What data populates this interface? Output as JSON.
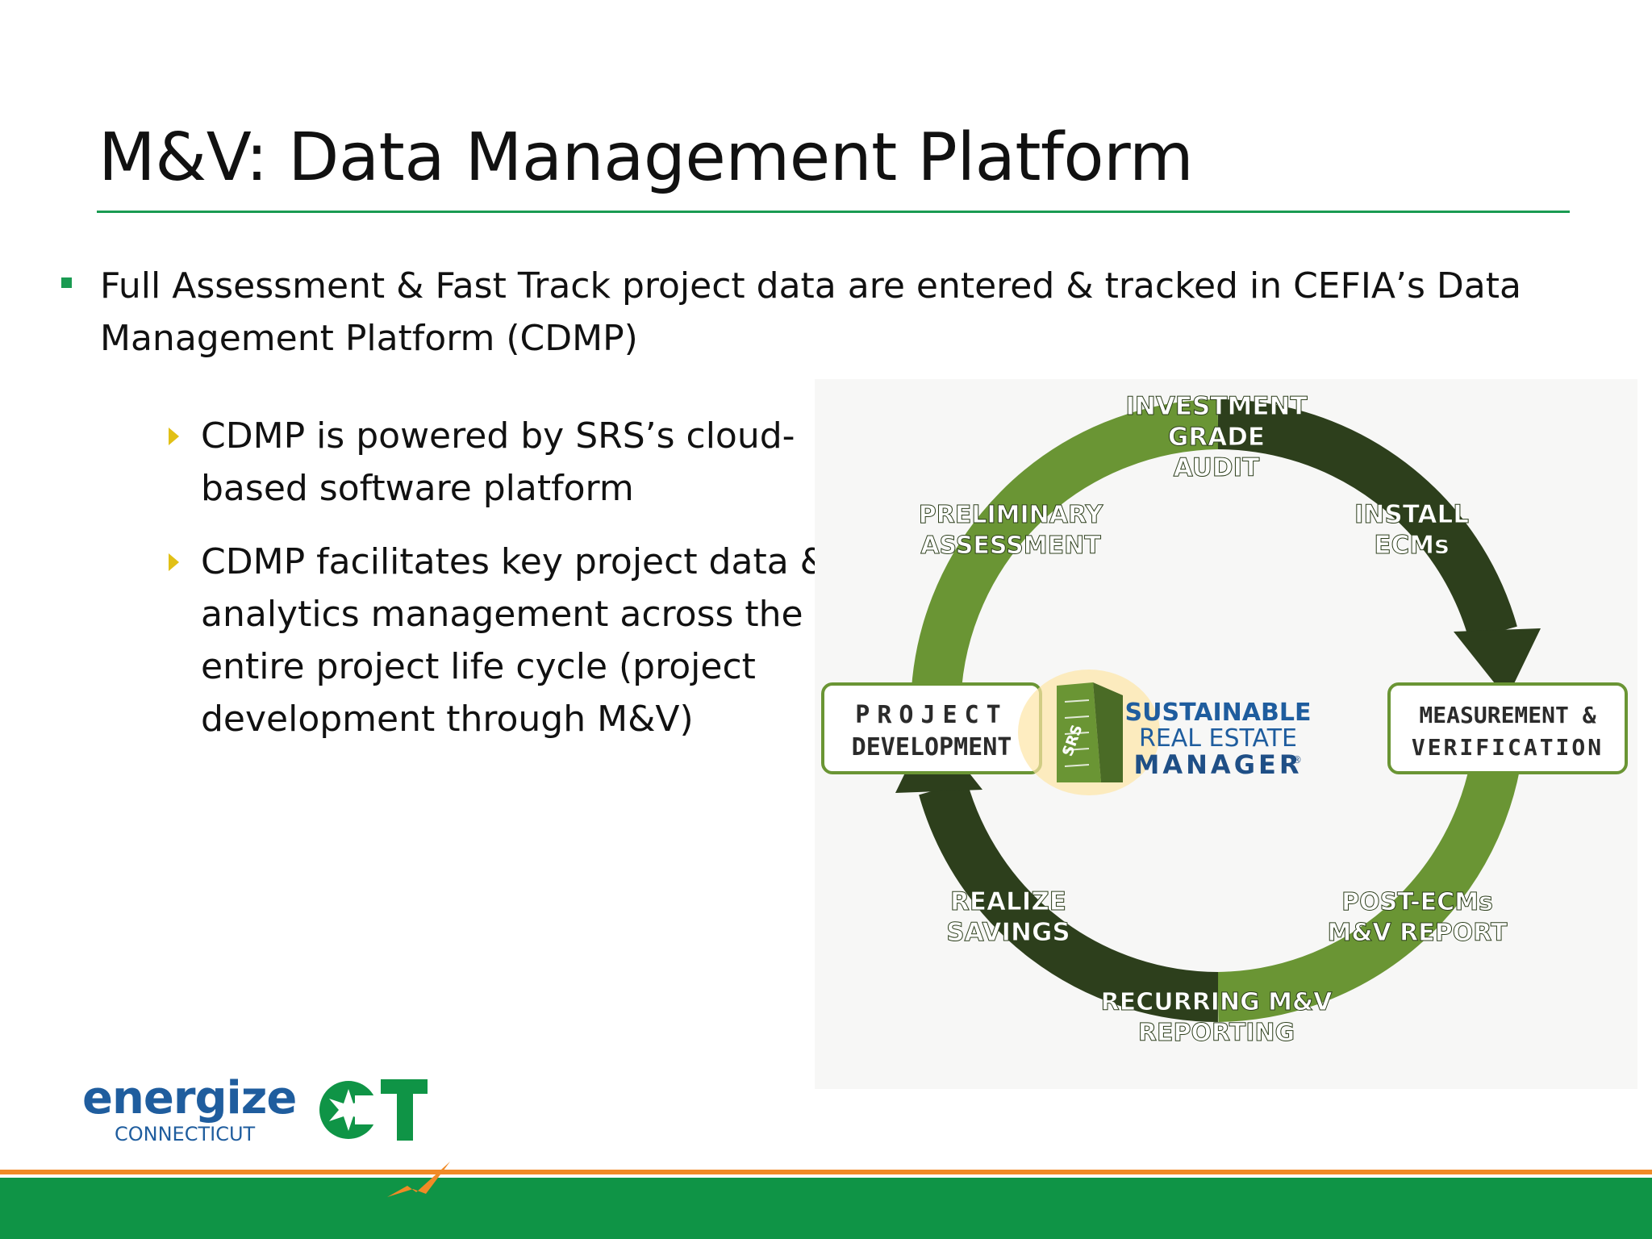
{
  "slide": {
    "title": "M&V: Data Management Platform",
    "bullet": "Full Assessment & Fast Track project data are entered & tracked in CEFIA’s Data Management Platform (CDMP)",
    "sub_bullets": [
      "CDMP is powered by SRS’s cloud-based software platform",
      "CDMP facilitates key project data & analytics management across the entire project life cycle (project development through M&V)"
    ]
  },
  "diagram": {
    "stages": {
      "investment": [
        "INVESTMENT",
        "GRADE",
        "AUDIT"
      ],
      "install": [
        "INSTALL",
        "ECMs"
      ],
      "preliminary": [
        "PRELIMINARY",
        "ASSESSMENT"
      ],
      "project_dev": [
        "PROJECT",
        "DEVELOPMENT"
      ],
      "measurement": [
        "MEASUREMENT &",
        "VERIFICATION"
      ],
      "post_ecms": [
        "POST-ECMs",
        "M&V REPORT"
      ],
      "realize": [
        "REALIZE",
        "SAVINGS"
      ],
      "recurring": [
        "RECURRING M&V",
        "REPORTING"
      ]
    },
    "center": {
      "badge": "SRS",
      "line1": "SUSTAINABLE",
      "line2": "REAL ESTATE",
      "line3": "MANAGER",
      "reg": "®"
    },
    "colors": {
      "light_green": "#6a9534",
      "dark_green": "#2d3f1c",
      "label_text": "#ffffff"
    }
  },
  "logo": {
    "word": "energize",
    "sub": "CONNECTICUT",
    "mark": "CT"
  },
  "colors": {
    "accent": "#1a9b52",
    "bullet_triangle": "#e1c016",
    "logo_blue": "#1f5d9e",
    "footer_green": "#0f9446",
    "footer_orange": "#f08a26"
  }
}
